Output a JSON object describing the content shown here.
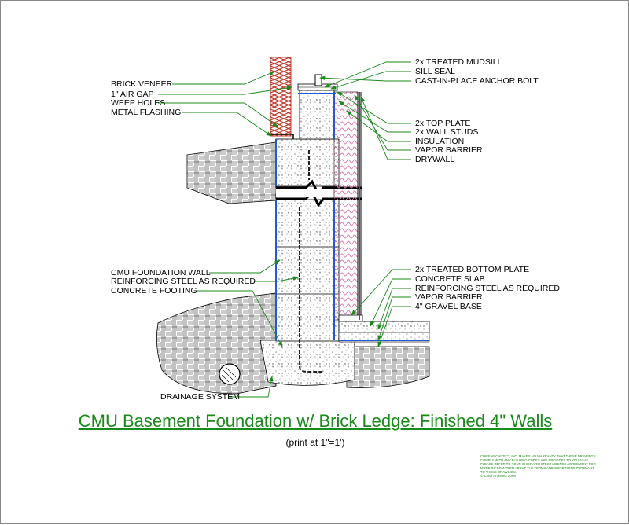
{
  "labels_left": [
    {
      "id": "brick-veneer",
      "text": "BRICK VENEER"
    },
    {
      "id": "air-gap",
      "text": "1\" AIR GAP"
    },
    {
      "id": "weep-holes",
      "text": "WEEP HOLES"
    },
    {
      "id": "metal-flashing",
      "text": "METAL FLASHING"
    },
    {
      "id": "cmu-wall",
      "text": "CMU FOUNDATION WALL"
    },
    {
      "id": "reinforcing-left",
      "text": "REINFORCING STEEL AS REQUIRED"
    },
    {
      "id": "concrete-footing",
      "text": "CONCRETE FOOTING"
    },
    {
      "id": "drainage",
      "text": "DRAINAGE SYSTEM"
    }
  ],
  "labels_right": [
    {
      "id": "mudsill",
      "text": "2x TREATED MUDSILL"
    },
    {
      "id": "sill-seal",
      "text": "SILL SEAL"
    },
    {
      "id": "anchor-bolt",
      "text": "CAST-IN-PLACE ANCHOR BOLT"
    },
    {
      "id": "top-plate",
      "text": "2x TOP PLATE"
    },
    {
      "id": "wall-studs",
      "text": "2x WALL STUDS"
    },
    {
      "id": "insulation",
      "text": "INSULATION"
    },
    {
      "id": "vapor-barrier-top",
      "text": "VAPOR BARRIER"
    },
    {
      "id": "drywall",
      "text": "DRYWALL"
    },
    {
      "id": "bottom-plate",
      "text": "2x TREATED BOTTOM PLATE"
    },
    {
      "id": "concrete-slab",
      "text": "CONCRETE SLAB"
    },
    {
      "id": "reinforcing-right",
      "text": "REINFORCING STEEL AS REQUIRED"
    },
    {
      "id": "vapor-barrier-bottom",
      "text": "VAPOR BARRIER"
    },
    {
      "id": "gravel-base",
      "text": "4\" GRAVEL BASE"
    }
  ],
  "title": "CMU Basement Foundation w/ Brick Ledge: Finished 4\" Walls",
  "subtitle": "(print at 1\"=1')",
  "disclaimer": "CHIEF ARCHITECT, INC. MAKES NO WARRANTY THAT THESE DRAWINGS COMPLY WITH ANY BUILDING CODES AND PROVIDES TO YOU AS-IS. PLEASE REFER TO YOUR CHIEF ARCHITECT LICENSE AGREEMENT FOR MORE INFORMATION ABOUT THE TERMS AND CONDITIONS PURSUANT TO THESE DRAWINGS.",
  "copyright": "© Chief Architect 2006",
  "colors": {
    "leader": "#1a8a1a",
    "membrane": "#1e5adc",
    "insulation": "#e37ab0",
    "title": "#1a8a1a"
  }
}
